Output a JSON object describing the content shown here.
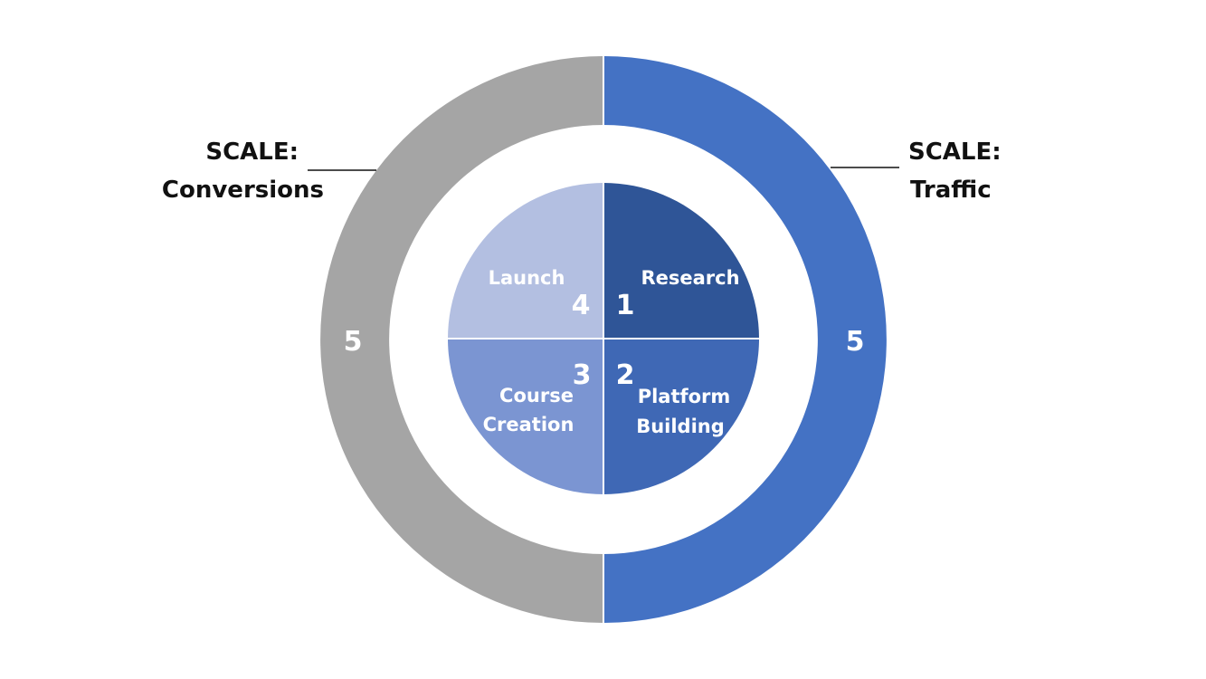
{
  "colors": {
    "ring_right": "#4472C4",
    "ring_left": "#A5A5A5",
    "q1": "#2F5597",
    "q2": "#3F68B5",
    "q3": "#7B95D2",
    "q4": "#B3BFE1",
    "label_text": "#111111",
    "on_shape_text": "#ffffff"
  },
  "outer_ring": {
    "right": {
      "value": "5",
      "label_line1": "SCALE:",
      "label_line2": "Traffic"
    },
    "left": {
      "value": "5",
      "label_line1": "SCALE:",
      "label_line2": "Conversions"
    }
  },
  "quadrants": [
    {
      "number": "1",
      "line1": "Research",
      "line2": ""
    },
    {
      "number": "2",
      "line1": "Platform",
      "line2": "Building"
    },
    {
      "number": "3",
      "line1": "Course",
      "line2": "Creation"
    },
    {
      "number": "4",
      "line1": "Launch",
      "line2": ""
    }
  ]
}
